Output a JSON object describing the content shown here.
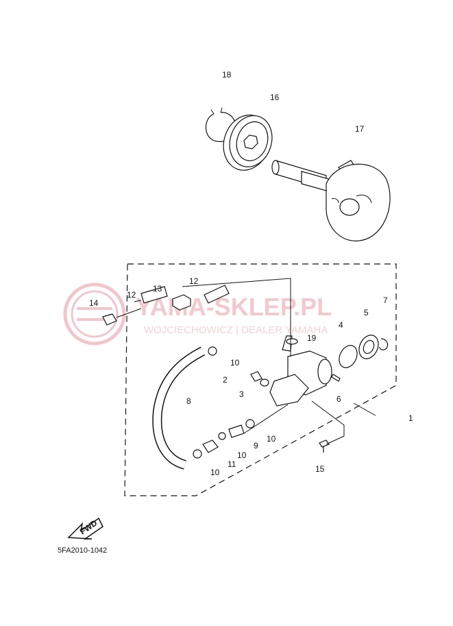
{
  "watermark": {
    "main": "YAMA-SKLEP.PL",
    "sub": "WOJCIECHOWICZ | DEALER YAMAHA"
  },
  "fwd_label": "FWD",
  "diagram_code": "5FA2010-1042",
  "callouts": {
    "c1": "1",
    "c2": "2",
    "c3": "3",
    "c4": "4",
    "c5": "5",
    "c6": "6",
    "c7": "7",
    "c8": "8",
    "c9": "9",
    "c10a": "10",
    "c10b": "10",
    "c10c": "10",
    "c10d": "10",
    "c11": "11",
    "c12a": "12",
    "c12b": "12",
    "c13": "13",
    "c14": "14",
    "c15": "15",
    "c16": "16",
    "c17": "17",
    "c18": "18",
    "c19": "19"
  }
}
